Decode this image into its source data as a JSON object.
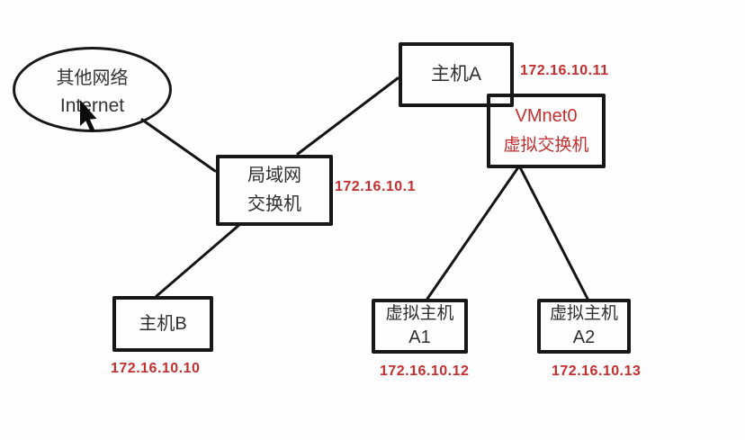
{
  "diagram_title": "network-topology-vmnet0",
  "colors": {
    "accent_red": "#c32f2f",
    "ink": "#171717",
    "label_black": "#2e2e2e",
    "background": "#fefefe"
  },
  "nodes": {
    "internet": {
      "line1": "其他网络",
      "line2": "Internet"
    },
    "host_a": {
      "label": "主机A",
      "ip": "172.16.10.11"
    },
    "vmnet0": {
      "line1": "VMnet0",
      "line2": "虚拟交换机"
    },
    "lan_switch": {
      "line1": "局域网",
      "line2": "交换机",
      "ip": "172.16.10.1"
    },
    "host_b": {
      "label": "主机B",
      "ip": "172.16.10.10"
    },
    "vm_a1": {
      "line1": "虚拟主机",
      "line2": "A1",
      "ip": "172.16.10.12"
    },
    "vm_a2": {
      "line1": "虚拟主机",
      "line2": "A2",
      "ip": "172.16.10.13"
    }
  },
  "icons": {
    "cursor": "arrow-pointer"
  },
  "edges": [
    "internet-to-lan-switch",
    "host-a-to-lan-switch",
    "lan-switch-to-host-b",
    "vmnet0-to-vm-a1",
    "vmnet0-to-vm-a2"
  ]
}
